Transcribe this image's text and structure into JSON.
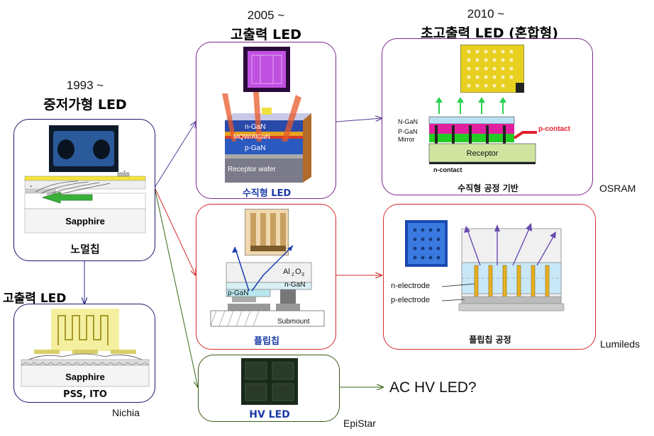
{
  "eras": {
    "e1993": {
      "year": "1993 ~",
      "title": "중저가형 LED"
    },
    "e2005": {
      "year": "2005 ~",
      "title": "고출력 LED"
    },
    "e2010": {
      "year": "2010 ~",
      "title": "초고출력 LED (혼합형)"
    },
    "high_power": {
      "title": "고출력 LED"
    }
  },
  "boxes": {
    "normal_chip": {
      "caption": "노멀칩",
      "sapphire": "Sapphire",
      "plus": "+",
      "minus": "-"
    },
    "nichia_chip": {
      "caption": "PSS, ITO",
      "sapphire": "Sapphire"
    },
    "vertical_led": {
      "caption": "수직형 LED",
      "layer_ngan": "n-GaN",
      "layer_mqw": "MQW/AlGaN",
      "layer_pgan": "p-GaN",
      "layer_receptor": "Receptor wafer"
    },
    "flip_chip": {
      "caption": "플립칩",
      "al2o3": "Al",
      "al2o3_sub": "2",
      "al2o3_end": "O",
      "al2o3_sub2": "3",
      "ngan": "n-GaN",
      "pgan": "p-GaN",
      "submount": "Submount"
    },
    "hv_led": {
      "caption": "HV LED"
    },
    "vertical_process": {
      "caption": "수직형 공정 기반",
      "ngan": "N-GaN",
      "pgan": "P-GaN",
      "mirror": "Mirror",
      "pcontact": "p-contact",
      "receptor": "Receptor",
      "ncontact": "n-contact"
    },
    "flip_process": {
      "caption": "플립칩 공정",
      "nelectrode": "n-electrode",
      "pelectrode": "p-electrode"
    }
  },
  "vendors": {
    "nichia": "Nichia",
    "osram": "OSRAM",
    "lumileds": "Lumileds",
    "epistar": "EpiStar"
  },
  "ac_hv": "AC HV LED?",
  "colors": {
    "purple_border": "#7a2a8a",
    "red_border": "#d42a2a",
    "navy_border": "#1a1a6a",
    "green_border": "#3a5a1a",
    "caption_blue": "#1a3aa6"
  }
}
